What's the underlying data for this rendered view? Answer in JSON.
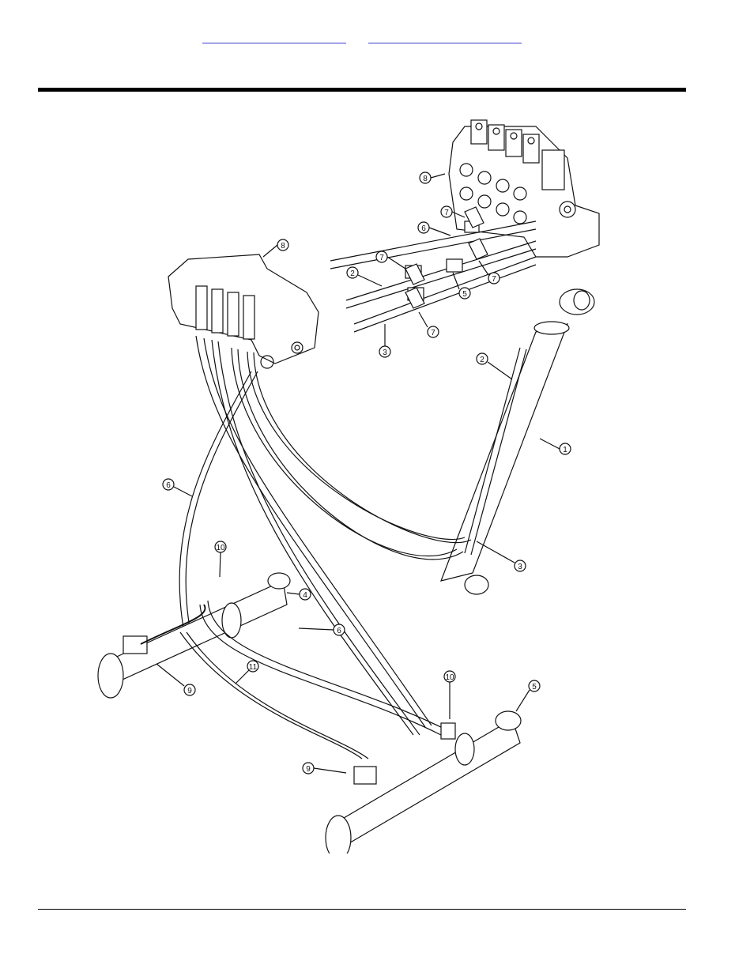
{
  "header": {
    "links": [
      {
        "label": ""
      },
      {
        "label": ""
      }
    ]
  },
  "diagram": {
    "callouts": [
      {
        "id": "c8a",
        "num": "8"
      },
      {
        "id": "c7a",
        "num": "7"
      },
      {
        "id": "c6a",
        "num": "6"
      },
      {
        "id": "c8b",
        "num": "8"
      },
      {
        "id": "c7b",
        "num": "7"
      },
      {
        "id": "c2a",
        "num": "2"
      },
      {
        "id": "c5a",
        "num": "5"
      },
      {
        "id": "c7c",
        "num": "7"
      },
      {
        "id": "c7d",
        "num": "7"
      },
      {
        "id": "c3a",
        "num": "3"
      },
      {
        "id": "c2b",
        "num": "2"
      },
      {
        "id": "c1",
        "num": "1"
      },
      {
        "id": "c6b",
        "num": "6"
      },
      {
        "id": "c3b",
        "num": "3"
      },
      {
        "id": "c10a",
        "num": "10"
      },
      {
        "id": "c4",
        "num": "4"
      },
      {
        "id": "c6c",
        "num": "6"
      },
      {
        "id": "c11",
        "num": "11"
      },
      {
        "id": "c9a",
        "num": "9"
      },
      {
        "id": "c10b",
        "num": "10"
      },
      {
        "id": "c5b",
        "num": "5"
      },
      {
        "id": "c9b",
        "num": "9"
      }
    ]
  }
}
